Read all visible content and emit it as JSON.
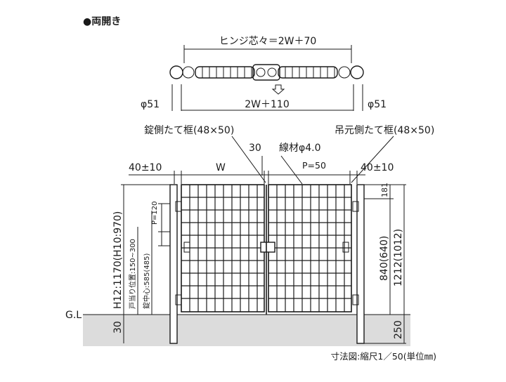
{
  "title": "●両開き",
  "plan": {
    "hinge_pitch": "ヒンジ芯々＝2W＋70",
    "opening": "2W＋110",
    "post_left": "φ51",
    "post_right": "φ51"
  },
  "elevation": {
    "lock_frame": "錠側たて框(48×50)",
    "hinge_frame": "吊元側たて框(48×50)",
    "wire": "線材φ4.0",
    "dim_30": "30",
    "pitch_50": "P=50",
    "gap_left": "40±10",
    "gap_right": "40±10",
    "width": "W",
    "pitch_120": "P=120",
    "height": "H12:1170(H10:970)",
    "stop_position": "戸当り位置:150~300",
    "lock_center": "錠中心:585(485)",
    "ground_label": "G.L",
    "ground_gap": "30",
    "dim_181": "181",
    "dim_840": "840(640)",
    "dim_1212": "1212(1012)",
    "dim_250": "250"
  },
  "footer": "寸法図:縮尺1／50(単位㎜)"
}
